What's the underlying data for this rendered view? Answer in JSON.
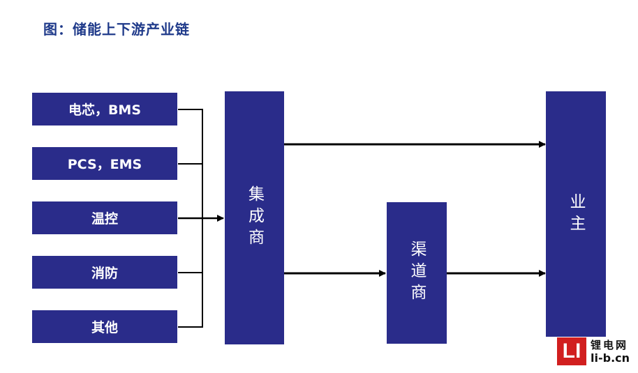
{
  "title": "图：储能上下游产业链",
  "inputs": [
    {
      "label": "电芯，BMS"
    },
    {
      "label": "PCS，EMS"
    },
    {
      "label": "温控"
    },
    {
      "label": "消防"
    },
    {
      "label": "其他"
    }
  ],
  "integrator": {
    "label": "集成商"
  },
  "channel": {
    "label": "渠道商"
  },
  "owner": {
    "label": "业主"
  },
  "colors": {
    "box": "#2a2c8a",
    "arrow": "#000000",
    "title": "#1f3a8a",
    "logo": "#d11f1f"
  },
  "watermark": {
    "mark": "LI",
    "cn": "锂电网",
    "en": "li-b.cn"
  }
}
